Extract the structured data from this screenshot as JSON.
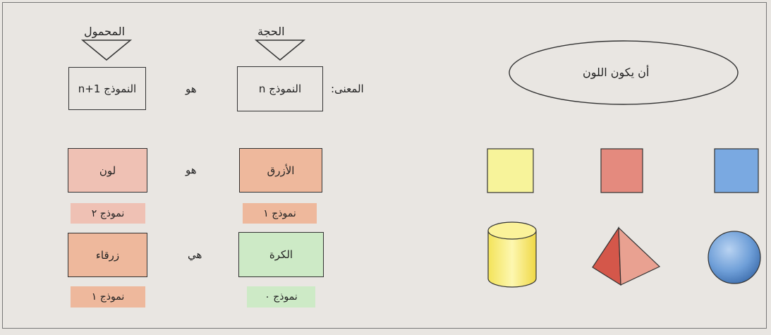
{
  "colors": {
    "background": "#e9e6e2",
    "peach_box": "#eeb89c",
    "pink_box": "#efc1b4",
    "green_box": "#cdeac6",
    "yellow": "#f7f39a",
    "red": "#e48a7e",
    "blue": "#7aa9e1"
  },
  "header": {
    "predicate_label": "المحمول",
    "argument_label": "الحجة"
  },
  "meaning_row": {
    "meaning_label": "المعنى:",
    "model_n": "النموذج n",
    "is_word": "هو",
    "model_n_plus_1": "النموذج n+1"
  },
  "concept_ellipse": "أن يكون اللون",
  "row_blue": {
    "argument": "الأزرق",
    "argument_model": "نموذج ١",
    "is_word": "هو",
    "predicate": "لون",
    "predicate_model": "نموذج ٢"
  },
  "row_ball": {
    "argument": "الكرة",
    "argument_model": "نموذج ٠",
    "is_word": "هي",
    "predicate": "زرقاء",
    "predicate_model": "نموذج ١"
  },
  "shapes": {
    "row1": [
      "blue-square",
      "red-square",
      "yellow-square"
    ],
    "row2": [
      "blue-sphere",
      "red-pyramid",
      "yellow-cylinder"
    ]
  }
}
